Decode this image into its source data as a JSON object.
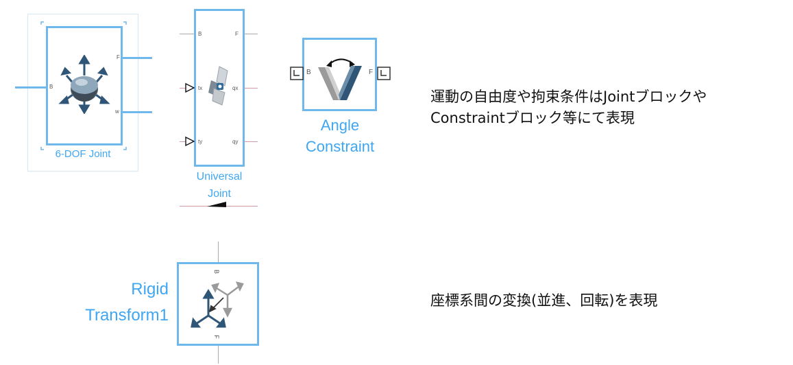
{
  "blocks": {
    "six_dof": {
      "label": "6-DOF Joint",
      "ports": {
        "base": "B",
        "follower": "F",
        "w": "w"
      }
    },
    "universal": {
      "label_line1": "Universal",
      "label_line2": "Joint",
      "ports": {
        "base": "B",
        "follower": "F",
        "tx": "tx",
        "ty": "ty",
        "qx": "qx",
        "qy": "qy"
      }
    },
    "angle": {
      "label_line1": "Angle",
      "label_line2": "Constraint",
      "ports": {
        "base": "B",
        "follower": "F"
      }
    },
    "rigid": {
      "label_line1": "Rigid",
      "label_line2": "Transform1",
      "ports": {
        "base": "B",
        "follower": "F"
      }
    }
  },
  "descriptions": {
    "joint_line1": "運動の自由度や拘束条件はJointブロックや",
    "joint_line2": "Constraintブロック等にて表現",
    "transform": "座標系間の変換(並進、回転)を表現"
  },
  "colors": {
    "block_border": "#6fb8ec",
    "block_label": "#3fa6f2",
    "connection_line": "#6fb8ec",
    "signal_line": "#d39aa4",
    "icon_dark": "#2f5577",
    "icon_gray": "#9a9a9a"
  }
}
